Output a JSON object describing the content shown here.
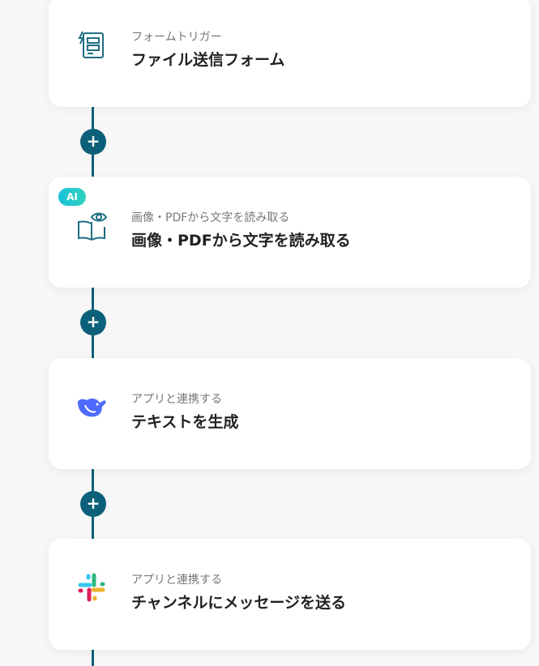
{
  "steps": [
    {
      "subtitle": "フォームトリガー",
      "title": "ファイル送信フォーム",
      "icon": "form-trigger-icon"
    },
    {
      "subtitle": "画像・PDFから文字を読み取る",
      "title": "画像・PDFから文字を読み取る",
      "icon": "ocr-book-eye-icon",
      "badge": "AI"
    },
    {
      "subtitle": "アプリと連携する",
      "title": "テキストを生成",
      "icon": "deepseek-whale-icon"
    },
    {
      "subtitle": "アプリと連携する",
      "title": "チャンネルにメッセージを送る",
      "icon": "slack-icon"
    }
  ],
  "add_button": "+",
  "colors": {
    "accent": "#0d6079"
  }
}
